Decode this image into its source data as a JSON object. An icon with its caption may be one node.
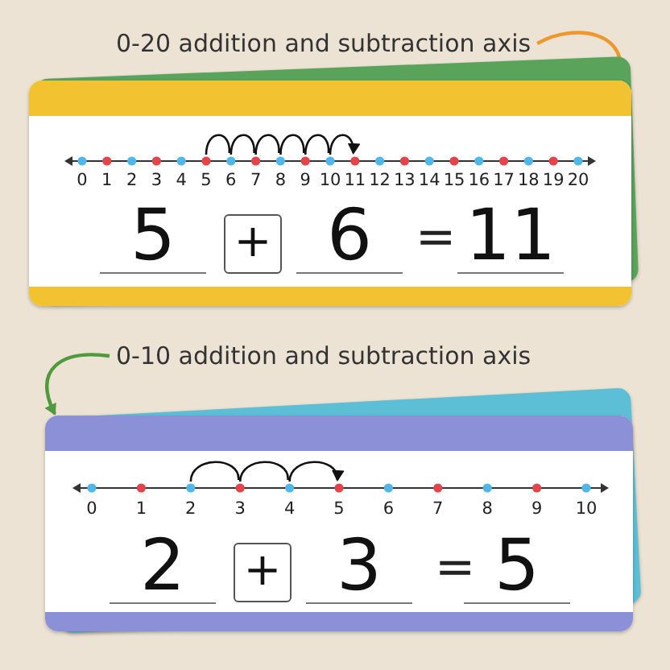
{
  "diagram": {
    "nodes": [
      {
        "text": [
          "0-20 addition and subtraction axis"
        ]
      },
      {
        "text": [],
        "shape": "box"
      },
      {
        "text": [
          "0-10 addition and subtraction axis"
        ]
      },
      {
        "text": [],
        "shape": "box"
      }
    ],
    "edges": [
      {
        "from": 0,
        "to": 1,
        "arrow": "to",
        "color": "#f0962a"
      },
      {
        "from": 2,
        "to": 3,
        "arrow": "to",
        "color": "#4f9a3c"
      }
    ],
    "labels": [
      "0",
      "1",
      "2",
      "3",
      "4",
      "5",
      "6",
      "7",
      "8",
      "9",
      "10",
      "11",
      "12",
      "13",
      "14",
      "15",
      "16",
      "17",
      "18",
      "19",
      "20",
      "5",
      "+",
      "6",
      "=",
      "11",
      "0",
      "1",
      "2",
      "3",
      "4",
      "5",
      "6",
      "7",
      "8",
      "9",
      "10",
      "2",
      "+",
      "3",
      "=",
      "5"
    ]
  }
}
